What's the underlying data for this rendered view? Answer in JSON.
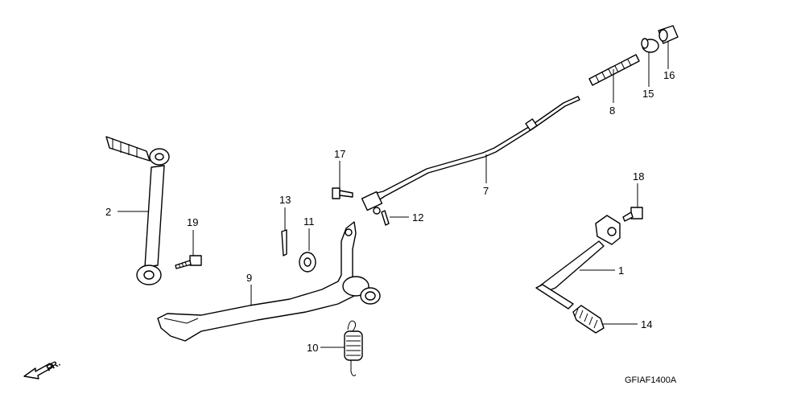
{
  "callouts": {
    "c1": "1",
    "c2": "2",
    "c7": "7",
    "c8": "8",
    "c9": "9",
    "c10": "10",
    "c11": "11",
    "c12": "12",
    "c13": "13",
    "c14": "14",
    "c15": "15",
    "c16": "16",
    "c17": "17",
    "c18": "18",
    "c19": "19"
  },
  "direction_label": "FR.",
  "diagram_code": "GFIAF1400A"
}
